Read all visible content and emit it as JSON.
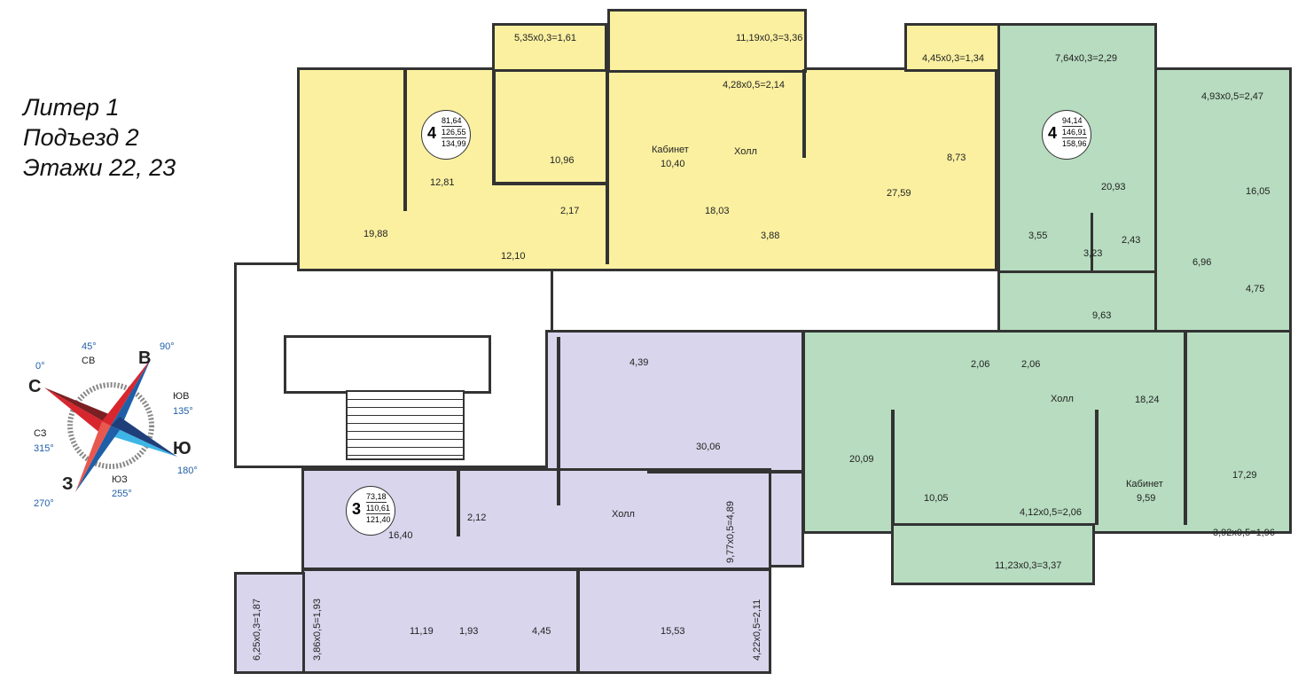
{
  "title": {
    "line1": "Литер 1",
    "line2": "Подъезд 2",
    "line3": "Этажи 22, 23"
  },
  "compass": {
    "directions": [
      "С",
      "В",
      "Ю",
      "З",
      "СВ",
      "ЮВ",
      "ЮЗ",
      "СЗ"
    ],
    "degrees": [
      "0°",
      "90°",
      "180°",
      "270°",
      "45°",
      "135°",
      "255°",
      "315°"
    ],
    "colors": {
      "red": "#d7262e",
      "blue": "#1f5fa8",
      "light_blue": "#3db5e6"
    }
  },
  "apartments": [
    {
      "rooms": "4",
      "living": "81,64",
      "total": "126,55",
      "total_with_balcony": "134,99",
      "color": "#fbf0a0"
    },
    {
      "rooms": "4",
      "living": "94,14",
      "total": "146,91",
      "total_with_balcony": "158,96",
      "color": "#b7dcc0"
    },
    {
      "rooms": "3",
      "living": "73,18",
      "total": "110,61",
      "total_with_balcony": "121,40",
      "color": "#d8d5ec"
    }
  ],
  "rooms": [
    "5,35x0,3=1,61",
    "11,19x0,3=3,36",
    "4,28x0,5=2,14",
    "4,45x0,3=1,34",
    "7,64x0,3=2,29",
    "4,93x0,5=2,47",
    "12,81",
    "10,96",
    "Кабинет",
    "10,40",
    "Холл",
    "8,73",
    "27,59",
    "20,93",
    "16,05",
    "19,88",
    "2,17",
    "18,03",
    "3,88",
    "12,10",
    "3,55",
    "3,23",
    "2,43",
    "6,96",
    "4,75",
    "9,63",
    "4,39",
    "2,06",
    "2,06",
    "Холл",
    "18,24",
    "30,06",
    "20,09",
    "10,05",
    "Кабинет",
    "9,59",
    "17,29",
    "4,12x0,5=2,06",
    "3,92x0,5=1,96",
    "11,23x0,3=3,37",
    "Холл",
    "2,12",
    "16,40",
    "9,77x0,5=4,89",
    "11,19",
    "1,93",
    "4,45",
    "15,53",
    "6,25x0,3=1,87",
    "3,86x0,5=1,93",
    "4,22x0,5=2,11"
  ]
}
